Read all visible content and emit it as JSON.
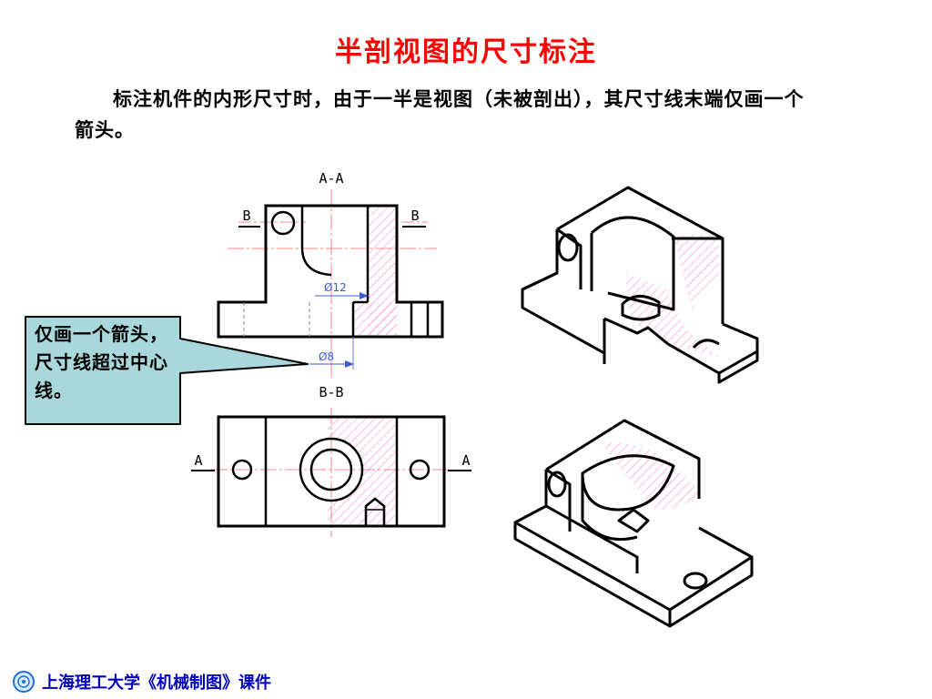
{
  "title": "半剖视图的尺寸标注",
  "description": "标注机件的内形尺寸时，由于一半是视图（未被剖出），其尺寸线末端仅画一个箭头。",
  "labels": {
    "section_aa": "A-A",
    "section_bb": "B-B",
    "b_left": "B",
    "b_right": "B",
    "a_left": "A",
    "a_right": "A",
    "dim_12": "Ø12",
    "dim_8": "Ø8"
  },
  "callout": "仅画一个箭头，尺寸线超过中心线。",
  "footer": "上海理工大学《机械制图》课件",
  "colors": {
    "title": "#ff0000",
    "hatch": "#ff66cc",
    "callout_fill": "#a9d8dc",
    "dimension": "#3b5bdb",
    "footer": "#0000c0"
  }
}
